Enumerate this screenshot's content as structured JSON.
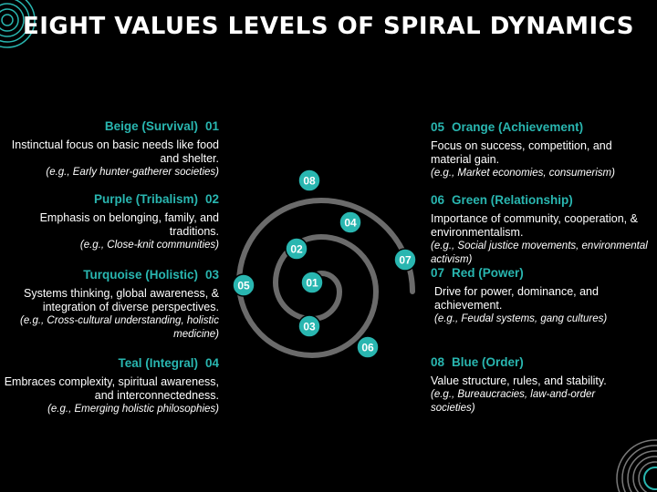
{
  "title": "EIGHT VALUES LEVELS OF SPIRAL DYNAMICS",
  "colors": {
    "accent": "#29b6b0",
    "spiral": "#6b6b6b",
    "background": "#000000"
  },
  "levels_left": [
    {
      "name": "Beige (Survival)",
      "num": "01",
      "desc": "Instinctual focus on basic needs like food and shelter.",
      "example": "(e.g., Early hunter-gatherer societies)"
    },
    {
      "name": "Purple (Tribalism)",
      "num": "02",
      "desc": "Emphasis on belonging, family, and traditions.",
      "example": "(e.g., Close-knit communities)"
    },
    {
      "name": "Turquoise (Holistic)",
      "num": "03",
      "desc": "Systems thinking, global awareness, & integration of diverse perspectives.",
      "example": "(e.g., Cross-cultural understanding, holistic medicine)"
    },
    {
      "name": "Teal (Integral)",
      "num": "04",
      "desc": "Embraces complexity, spiritual awareness, and interconnectedness.",
      "example": "(e.g., Emerging holistic philosophies)"
    }
  ],
  "levels_right": [
    {
      "name": "Orange (Achievement)",
      "num": "05",
      "desc": "Focus on success, competition, and material gain.",
      "example": "(e.g., Market economies, consumerism)"
    },
    {
      "name": "Green (Relationship)",
      "num": "06",
      "desc": "Importance of community, cooperation, & environmentalism.",
      "example": "(e.g., Social justice movements, environmental activism)"
    },
    {
      "name": "Red (Power)",
      "num": "07",
      "desc": "Drive for power, dominance, and achievement.",
      "example": "(e.g., Feudal systems, gang cultures)"
    },
    {
      "name": "Blue (Order)",
      "num": "08",
      "desc": "Value structure, rules, and stability.",
      "example": "(e.g., Bureaucracies, law-and-order societies)"
    }
  ],
  "spiral_markers": [
    "01",
    "02",
    "03",
    "04",
    "05",
    "06",
    "07",
    "08"
  ]
}
